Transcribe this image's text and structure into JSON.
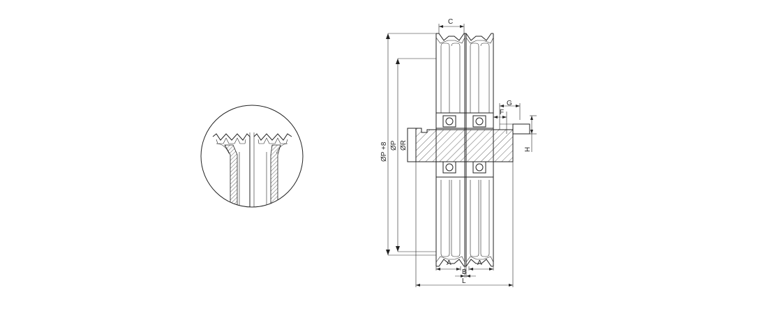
{
  "diagram": {
    "dimension_labels": {
      "c": "C",
      "g": "G",
      "f": "F",
      "h": "H",
      "a_left": "A",
      "a_right": "A",
      "b": "B",
      "l": "L",
      "diam_p_plus_8": "ØP +8",
      "diam_p": "ØP",
      "diam_r": "ØR"
    },
    "colors": {
      "line": "#222222",
      "background": "#ffffff"
    }
  }
}
